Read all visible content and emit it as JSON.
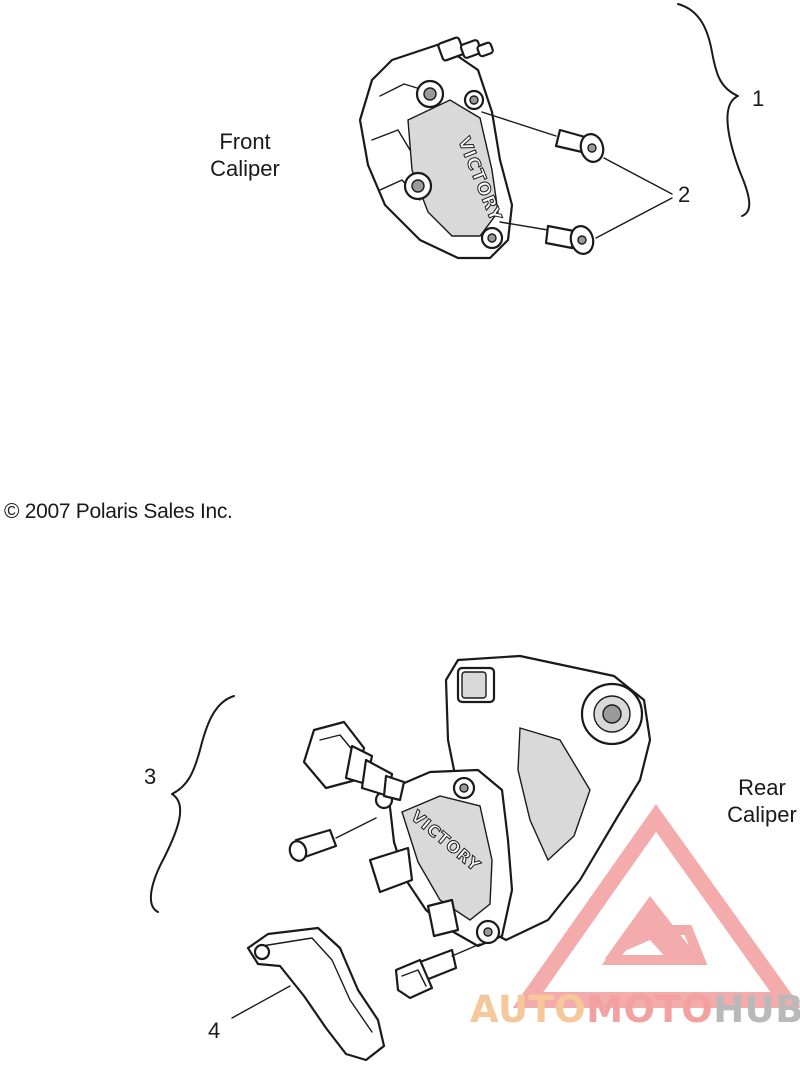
{
  "front_caliper": {
    "title_line1": "Front",
    "title_line2": "Caliper",
    "callout_assembly": "1",
    "callout_bolts": "2",
    "brand_text": "VICTORY"
  },
  "copyright": "© 2007 Polaris Sales Inc.",
  "rear_caliper": {
    "title_line1": "Rear",
    "title_line2": "Caliper",
    "callout_assembly": "3",
    "callout_bracket": "4",
    "brand_text": "VICTORY"
  },
  "watermark": {
    "part1": "AUTO",
    "part2": "MOTO",
    "part3": "HUB",
    "colors": {
      "orange": "#f6c79a",
      "red": "#f3a0a0",
      "gray": "#b9b9b9"
    }
  }
}
